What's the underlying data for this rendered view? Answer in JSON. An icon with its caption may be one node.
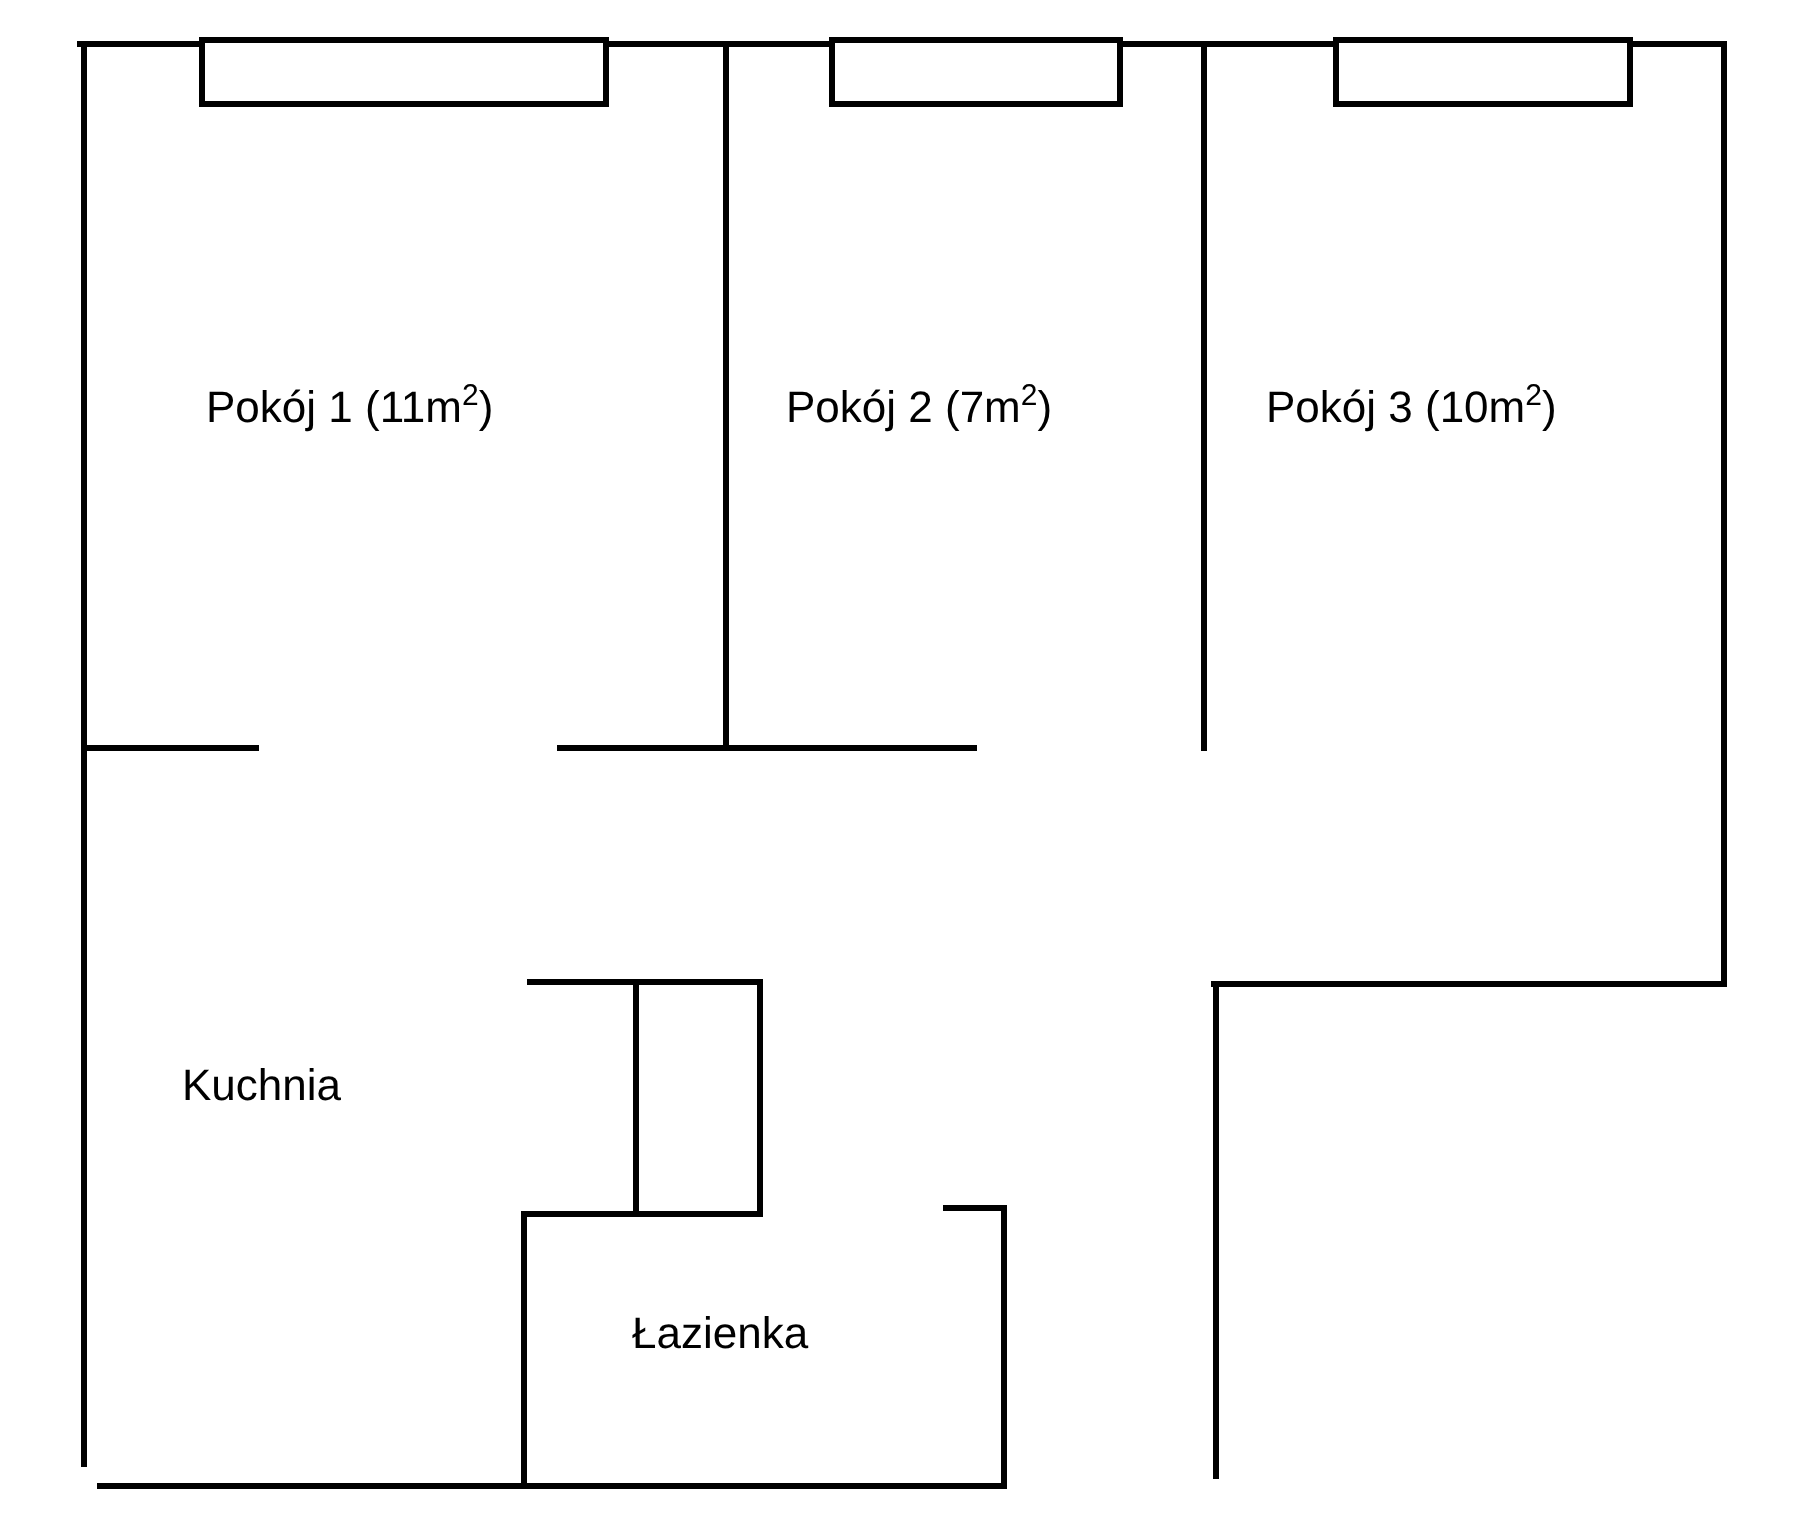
{
  "diagram": {
    "labels": [
      "Pokój 1 (11m$^{2}$)",
      "Pokój 2 (7m$^{2}$)",
      "Pokój 3 (10m$^{2}$)",
      "Kuchnia",
      "Łazienka"
    ]
  }
}
